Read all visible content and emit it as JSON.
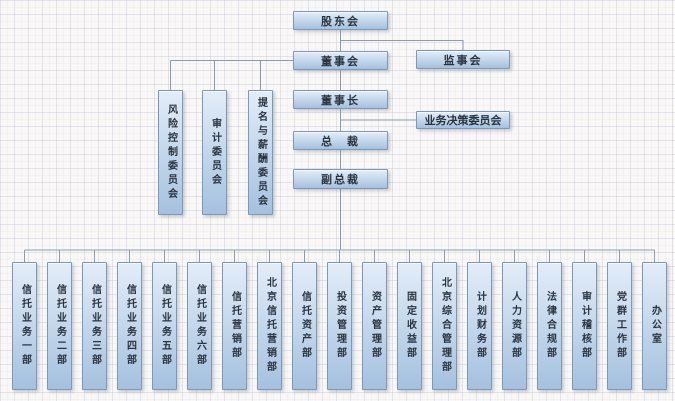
{
  "colors": {
    "background": "#faf8f7",
    "node_fill_top": "#e3edf8",
    "node_fill_bottom": "#a5c1df",
    "node_border": "#7d99ba",
    "connector": "#8b9cb0",
    "text": "#2a3440"
  },
  "org": {
    "executive_chain": {
      "shareholders_meeting": "股东会",
      "board_of_directors": "董事会",
      "supervisory_board": "监事会",
      "chairman": "董事长",
      "business_decision_committee": "业务决策委员会",
      "president": "总　裁",
      "vice_president": "副总裁"
    },
    "board_committees": [
      "风险控制委员会",
      "审计委员会",
      "提名与薪酬委员会"
    ],
    "departments": [
      "信托业务一部",
      "信托业务二部",
      "信托业务三部",
      "信托业务四部",
      "信托业务五部",
      "信托业务六部",
      "信托营销部",
      "北京信托营销部",
      "信托资产部",
      "投资管理部",
      "资产管理部",
      "固定收益部",
      "北京综合管理部",
      "计划财务部",
      "人力资源部",
      "法律合规部",
      "审计稽核部",
      "党群工作部",
      "办公室"
    ]
  }
}
